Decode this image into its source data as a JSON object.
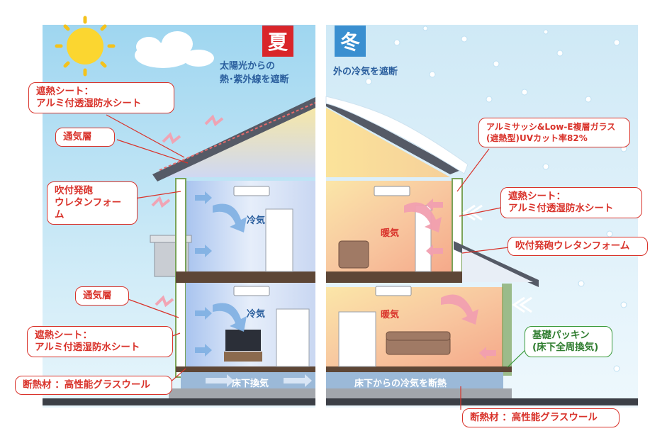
{
  "summer": {
    "season": "夏",
    "headline": "太陽光からの\n熱･紫外線を遮断",
    "rooms": [
      "冷気",
      "冷気"
    ],
    "floor_label": "床下換気",
    "callouts": {
      "heat_sheet_top": "遮熱シート：\nアルミ付透湿防水シート",
      "vent_top": "通気層",
      "foam": "吹付発砲\nウレタンフォーム",
      "vent_bottom": "通気層",
      "heat_sheet_bottom": "遮熱シート：\nアルミ付透湿防水シート",
      "insulation": "断熱材 ：高性能グラスウール"
    }
  },
  "winter": {
    "season": "冬",
    "headline": "外の冷気を遮断",
    "rooms": [
      "暖気",
      "暖気"
    ],
    "floor_label": "床下からの冷気を断熱",
    "callouts": {
      "window": "アルミサッシ&Low-E複層ガラス\n(遮熱型)UVカット率82%",
      "heat_sheet": "遮熱シート：\nアルミ付透湿防水シート",
      "foam": "吹付発砲ウレタンフォーム",
      "packing": "基礎パッキン\n(床下全周換気)",
      "insulation": "断熱材 ：高性能グラスウール"
    }
  },
  "colors": {
    "summer_badge": "#d9252a",
    "winter_badge": "#3a8fd0",
    "callout_border": "#d9332b",
    "packing_border": "#3a9a3a",
    "cool_text": "#2b5f9e",
    "warm_text": "#d9332b"
  },
  "icons": [
    "sun-icon",
    "cloud-icon",
    "air-conditioner-icon",
    "cool-air-arrow-icon",
    "warm-air-arrow-icon",
    "snow-icon",
    "tv-icon",
    "sofa-icon",
    "armchair-icon",
    "door-icon"
  ]
}
